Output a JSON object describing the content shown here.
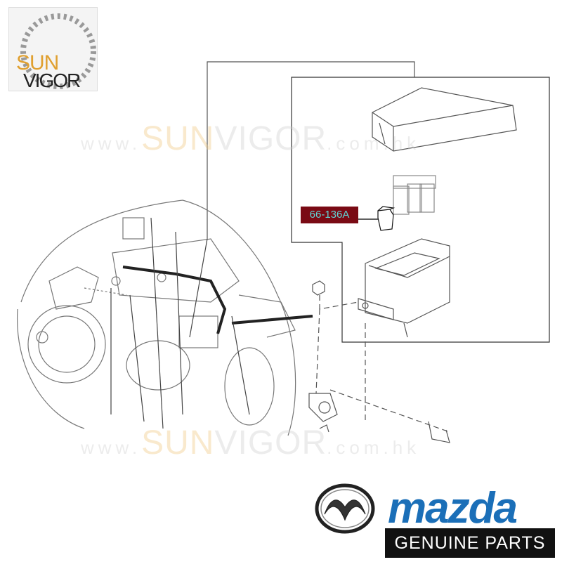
{
  "logo": {
    "sun": "SUN",
    "vigor": "VIGOR"
  },
  "watermark": {
    "prefix": "www.",
    "sun": "SUN",
    "vigor": "VIGOR",
    "suffix": ".com.hk"
  },
  "part_label": {
    "number": "66-136A",
    "bg_color": "#7a0a14",
    "text_color": "#5fd6d6"
  },
  "brand": {
    "name": "mazda",
    "tagline": "GENUINE PARTS",
    "color": "#1b6fb8"
  }
}
